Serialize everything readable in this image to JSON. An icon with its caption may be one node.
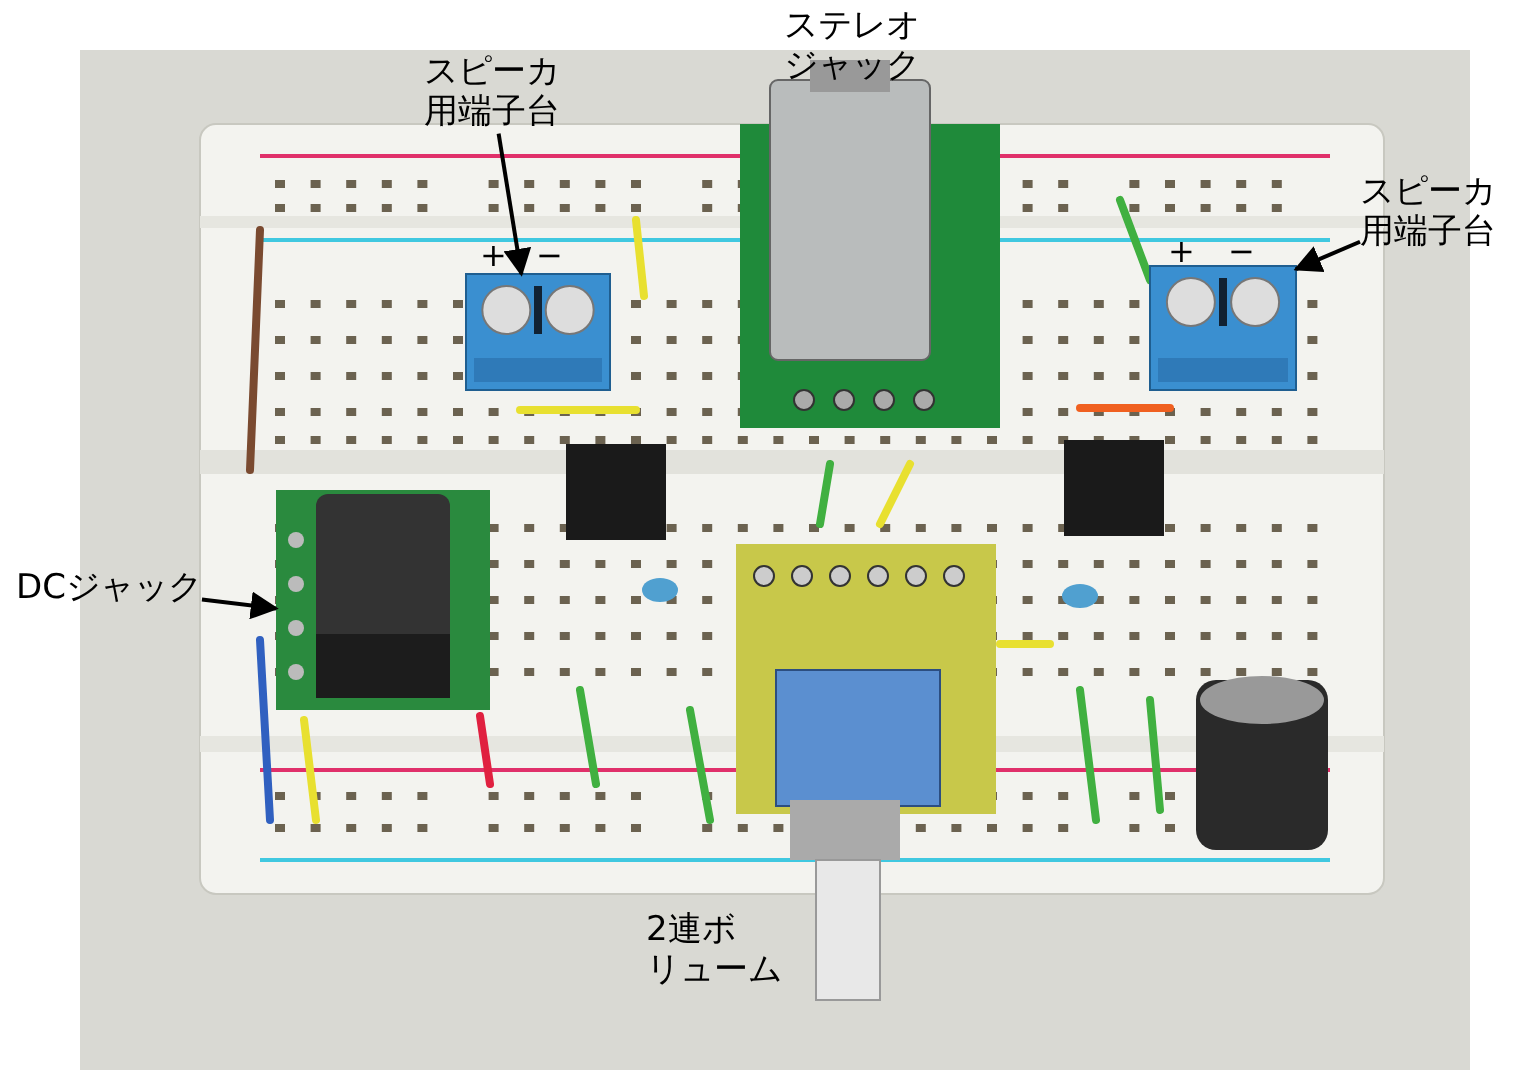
{
  "diagram": {
    "nodes": [
      {
        "text": [
          "スピーカ用端子台"
        ]
      },
      {
        "text": [],
        "shape": "box",
        "beside": [
          "+",
          "−"
        ]
      },
      {
        "text": [
          "スピーカ用端子台"
        ]
      },
      {
        "text": [],
        "shape": "box",
        "beside": [
          "+",
          "−"
        ]
      },
      {
        "text": [
          "DCジャック"
        ]
      },
      {
        "text": [],
        "shape": "box"
      }
    ],
    "edges": [
      {
        "from": 0,
        "to": 1,
        "arrow": "to"
      },
      {
        "from": 2,
        "to": 3,
        "arrow": "to"
      },
      {
        "from": 4,
        "to": 5,
        "arrow": "to"
      }
    ],
    "labels": [
      "ステレオジャック",
      "2連ボリューム"
    ]
  }
}
